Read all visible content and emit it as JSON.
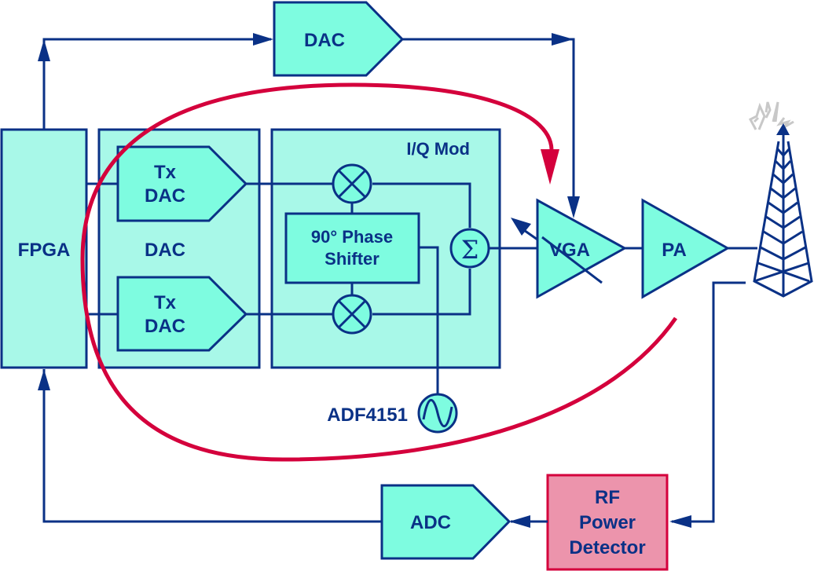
{
  "colors": {
    "line": "#0a3186",
    "container_fill": "#a8f8e8",
    "block_fill": "#7efce0",
    "detector_fill": "#ec94ac",
    "detector_border": "#d4003c",
    "feedback_arrow": "#d4003c",
    "antenna_signal": "#c8c8c8"
  },
  "blocks": {
    "fpga": "FPGA",
    "dac_group": "DAC",
    "tx_dac_1": [
      "Tx",
      "DAC"
    ],
    "tx_dac_2": [
      "Tx",
      "DAC"
    ],
    "iq_mod": "I/Q Mod",
    "phase_shifter": [
      "90° Phase",
      "Shifter"
    ],
    "summer_symbol": "Σ",
    "top_dac": "DAC",
    "vga": "VGA",
    "pa": "PA",
    "lo_label": "ADF4151",
    "adc": "ADC",
    "rf_detector": [
      "RF",
      "Power",
      "Detector"
    ]
  }
}
